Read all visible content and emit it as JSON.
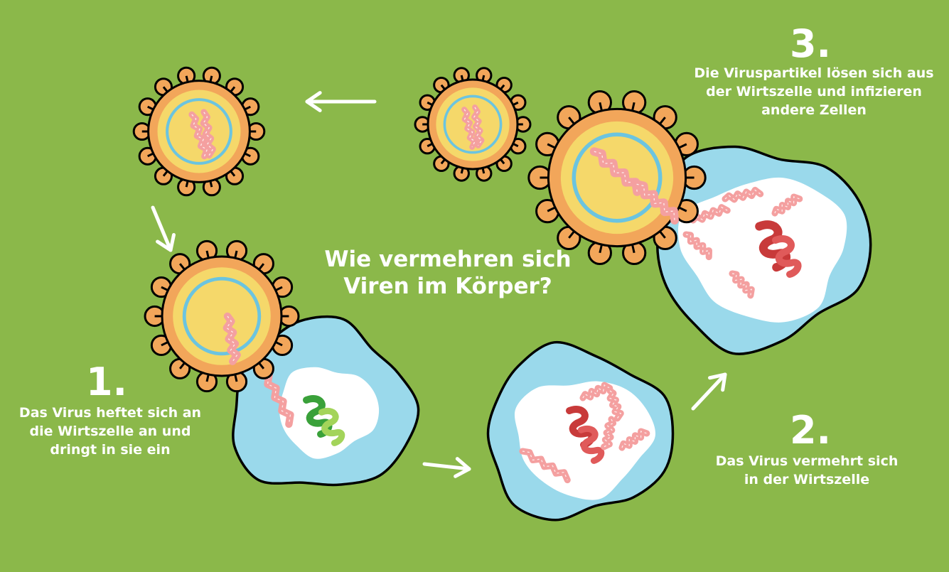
{
  "title": "Wie vermehren sich Viren im Körper?",
  "steps": [
    {
      "number": "1.",
      "text": "Das Virus heftet sich an die Wirtszelle an und dringt in sie ein"
    },
    {
      "number": "2.",
      "text": "Das Virus vermehrt sich in der Wirtszelle"
    },
    {
      "number": "3.",
      "text": "Die Viruspartikel lösen sich aus der Wirtszelle und infizieren andere Zellen"
    }
  ],
  "colors": {
    "background": "#8bb84a",
    "virus_spikes": "#f2a65a",
    "virus_body": "#f5d86a",
    "virus_ring": "#6bc4e0",
    "rna": "#f4a0a0",
    "cell": "#9ad9eb",
    "nucleus": "#ffffff",
    "host_dna_green": "#3aa13a",
    "host_dna_red": "#c83a3a",
    "arrow": "#ffffff"
  }
}
